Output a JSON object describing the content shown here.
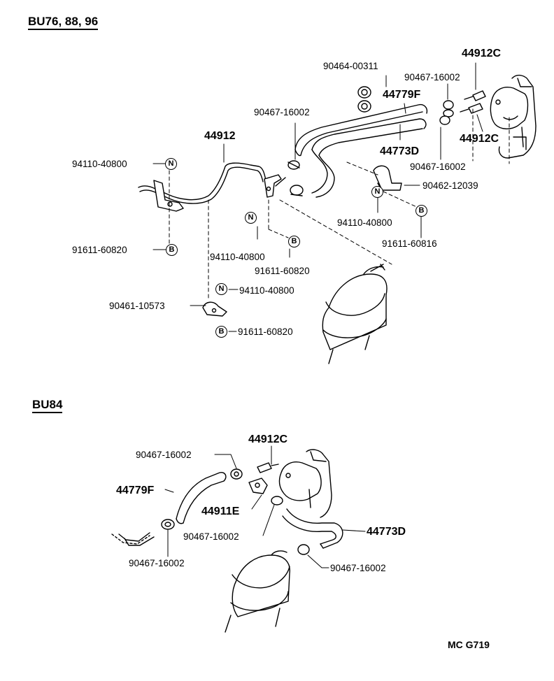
{
  "sections": {
    "top": "BU76, 88, 96",
    "bottom": "BU84"
  },
  "markers": {
    "nut": "N",
    "bolt": "B"
  },
  "top_parts": {
    "p_90464_00311": "90464-00311",
    "p_44912c_a": "44912C",
    "p_90467_a": "90467-16002",
    "p_44779f": "44779F",
    "p_90467_b": "90467-16002",
    "p_44912": "44912",
    "p_44773d": "44773D",
    "p_44912c_b": "44912C",
    "p_90467_c": "90467-16002",
    "p_94110_a": "94110-40800",
    "p_90462": "90462-12039",
    "p_94110_b": "94110-40800",
    "p_91611_a": "91611-60816",
    "p_91611_b": "91611-60820",
    "p_94110_c": "94110-40800",
    "p_91611_c": "91611-60820",
    "p_94110_d": "94110-40800",
    "p_90461": "90461-10573",
    "p_91611_d": "91611-60820"
  },
  "bottom_parts": {
    "p_44912c": "44912C",
    "p_90467_a": "90467-16002",
    "p_44779f": "44779F",
    "p_44911e": "44911E",
    "p_90467_b": "90467-16002",
    "p_44773d": "44773D",
    "p_90467_c": "90467-16002",
    "p_90467_d": "90467-16002"
  },
  "figure_code": "MC G719"
}
